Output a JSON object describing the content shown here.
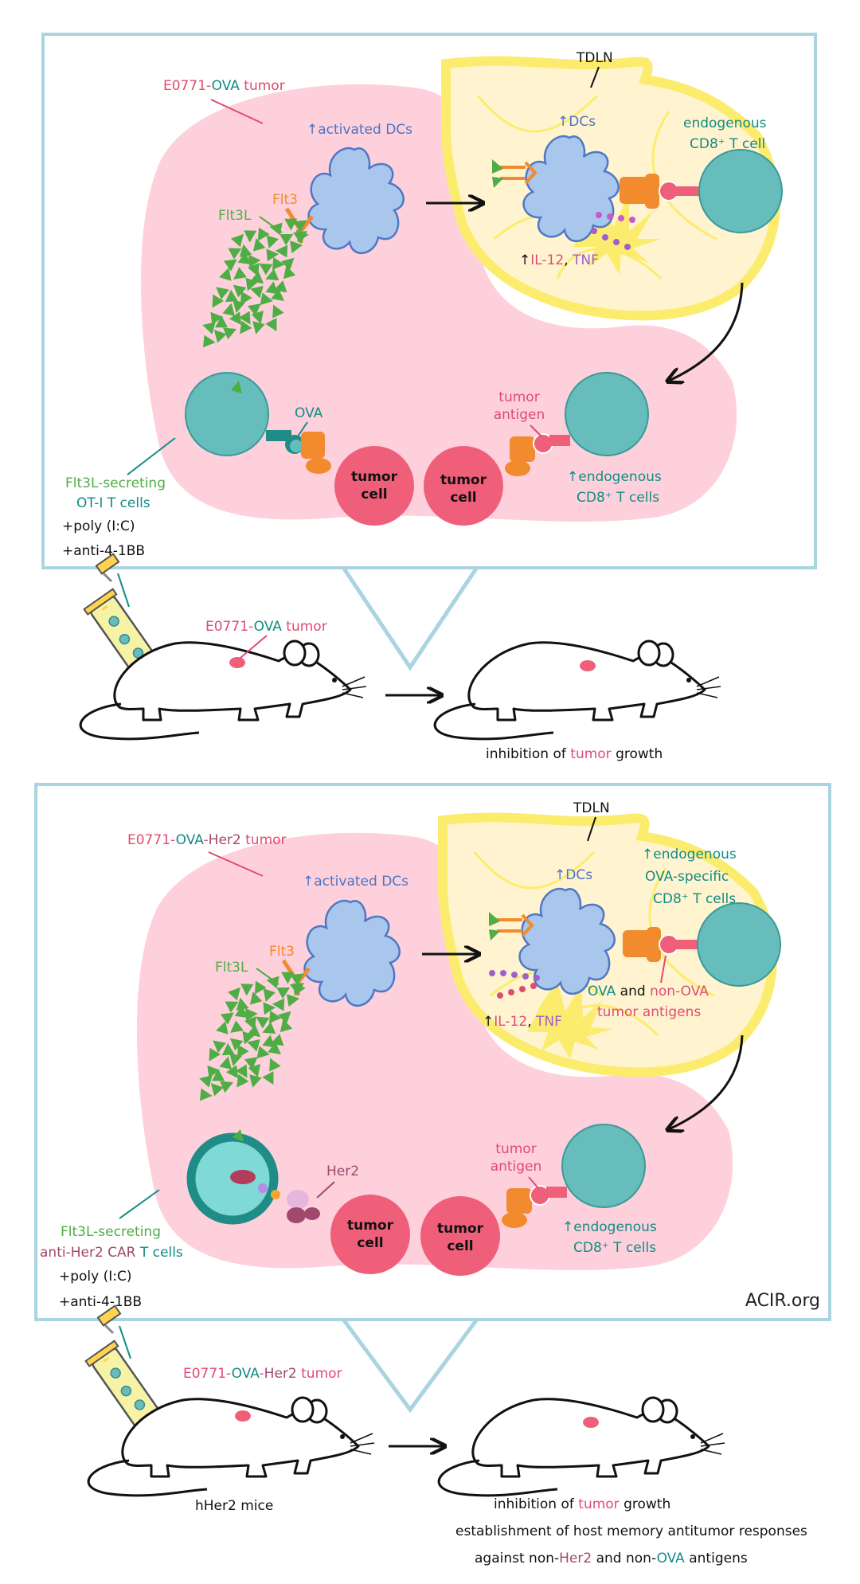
{
  "panel1": {
    "tumor_label": [
      "E0771-",
      "OVA",
      " tumor"
    ],
    "activated_dcs": "↑activated DCs",
    "flt3": "Flt3",
    "flt3l": "Flt3L",
    "tdln": "TDLN",
    "dcs": "↑DCs",
    "endogenous_cd8_cell": [
      "endogenous",
      "CD8⁺ T cell"
    ],
    "cytokines": [
      "↑",
      "IL-12",
      ", ",
      "TNF"
    ],
    "ova": "OVA",
    "tumor_antigen": [
      "tumor",
      "antigen"
    ],
    "tumor_cell": [
      "tumor",
      "cell"
    ],
    "endogenous_cd8_cells": [
      "↑endogenous",
      "CD8⁺ T cells"
    ],
    "therapy": [
      "Flt3L-secreting",
      "OT-I T cells",
      "+poly (I:C)",
      "+anti-4-1BB"
    ]
  },
  "mice1": {
    "tumor_label": [
      "E0771-",
      "OVA",
      " tumor"
    ],
    "outcome": [
      "inhibition of ",
      "tumor",
      " growth"
    ]
  },
  "panel2": {
    "tumor_label": [
      "E0771-",
      "OVA",
      "-",
      "Her2",
      " tumor"
    ],
    "activated_dcs": "↑activated DCs",
    "flt3": "Flt3",
    "flt3l": "Flt3L",
    "tdln": "TDLN",
    "dcs": "↑DCs",
    "endogenous_ova_cells": [
      "↑endogenous",
      "OVA-specific",
      "CD8⁺ T cells"
    ],
    "cytokines": [
      "↑",
      "IL-12",
      ", ",
      "TNF"
    ],
    "antigens": [
      "OVA",
      " and ",
      "non-OVA",
      "tumor antigens"
    ],
    "her2": "Her2",
    "tumor_antigen": [
      "tumor",
      "antigen"
    ],
    "tumor_cell": [
      "tumor",
      "cell"
    ],
    "endogenous_cd8_cells": [
      "↑endogenous",
      "CD8⁺ T cells"
    ],
    "therapy": [
      "Flt3L-secreting",
      "anti-Her2 CAR",
      " T cells",
      "+poly (I:C)",
      "+anti-4-1BB"
    ],
    "credit": "ACIR.org"
  },
  "mice2": {
    "tumor_label": [
      "E0771-",
      "OVA",
      "-",
      "Her2",
      " tumor"
    ],
    "mouse_label": "hHer2 mice",
    "outcome1": [
      "inhibition of ",
      "tumor",
      " growth"
    ],
    "outcome2": "establishment of host memory antitumor responses",
    "outcome3": [
      "against non-",
      "Her2",
      " and non-",
      "OVA",
      " antigens"
    ]
  },
  "colors": {
    "frame": "#a9d4e0",
    "tumor_bg": "#fdd0dc",
    "node_fill": "#fff4cf",
    "node_stroke": "#fcec6e",
    "dc": "#a9c6ec",
    "dc_stroke": "#4f78c4",
    "tcell": "#66bdbc",
    "tumor_cell": "#ef5f7a",
    "flt3l": "#4fad46",
    "receptor": "#f28a2e",
    "pink": "#e04b72",
    "teal": "#118c84",
    "blue": "#4b74c3",
    "purple": "#a060c8",
    "green": "#4fad46"
  }
}
